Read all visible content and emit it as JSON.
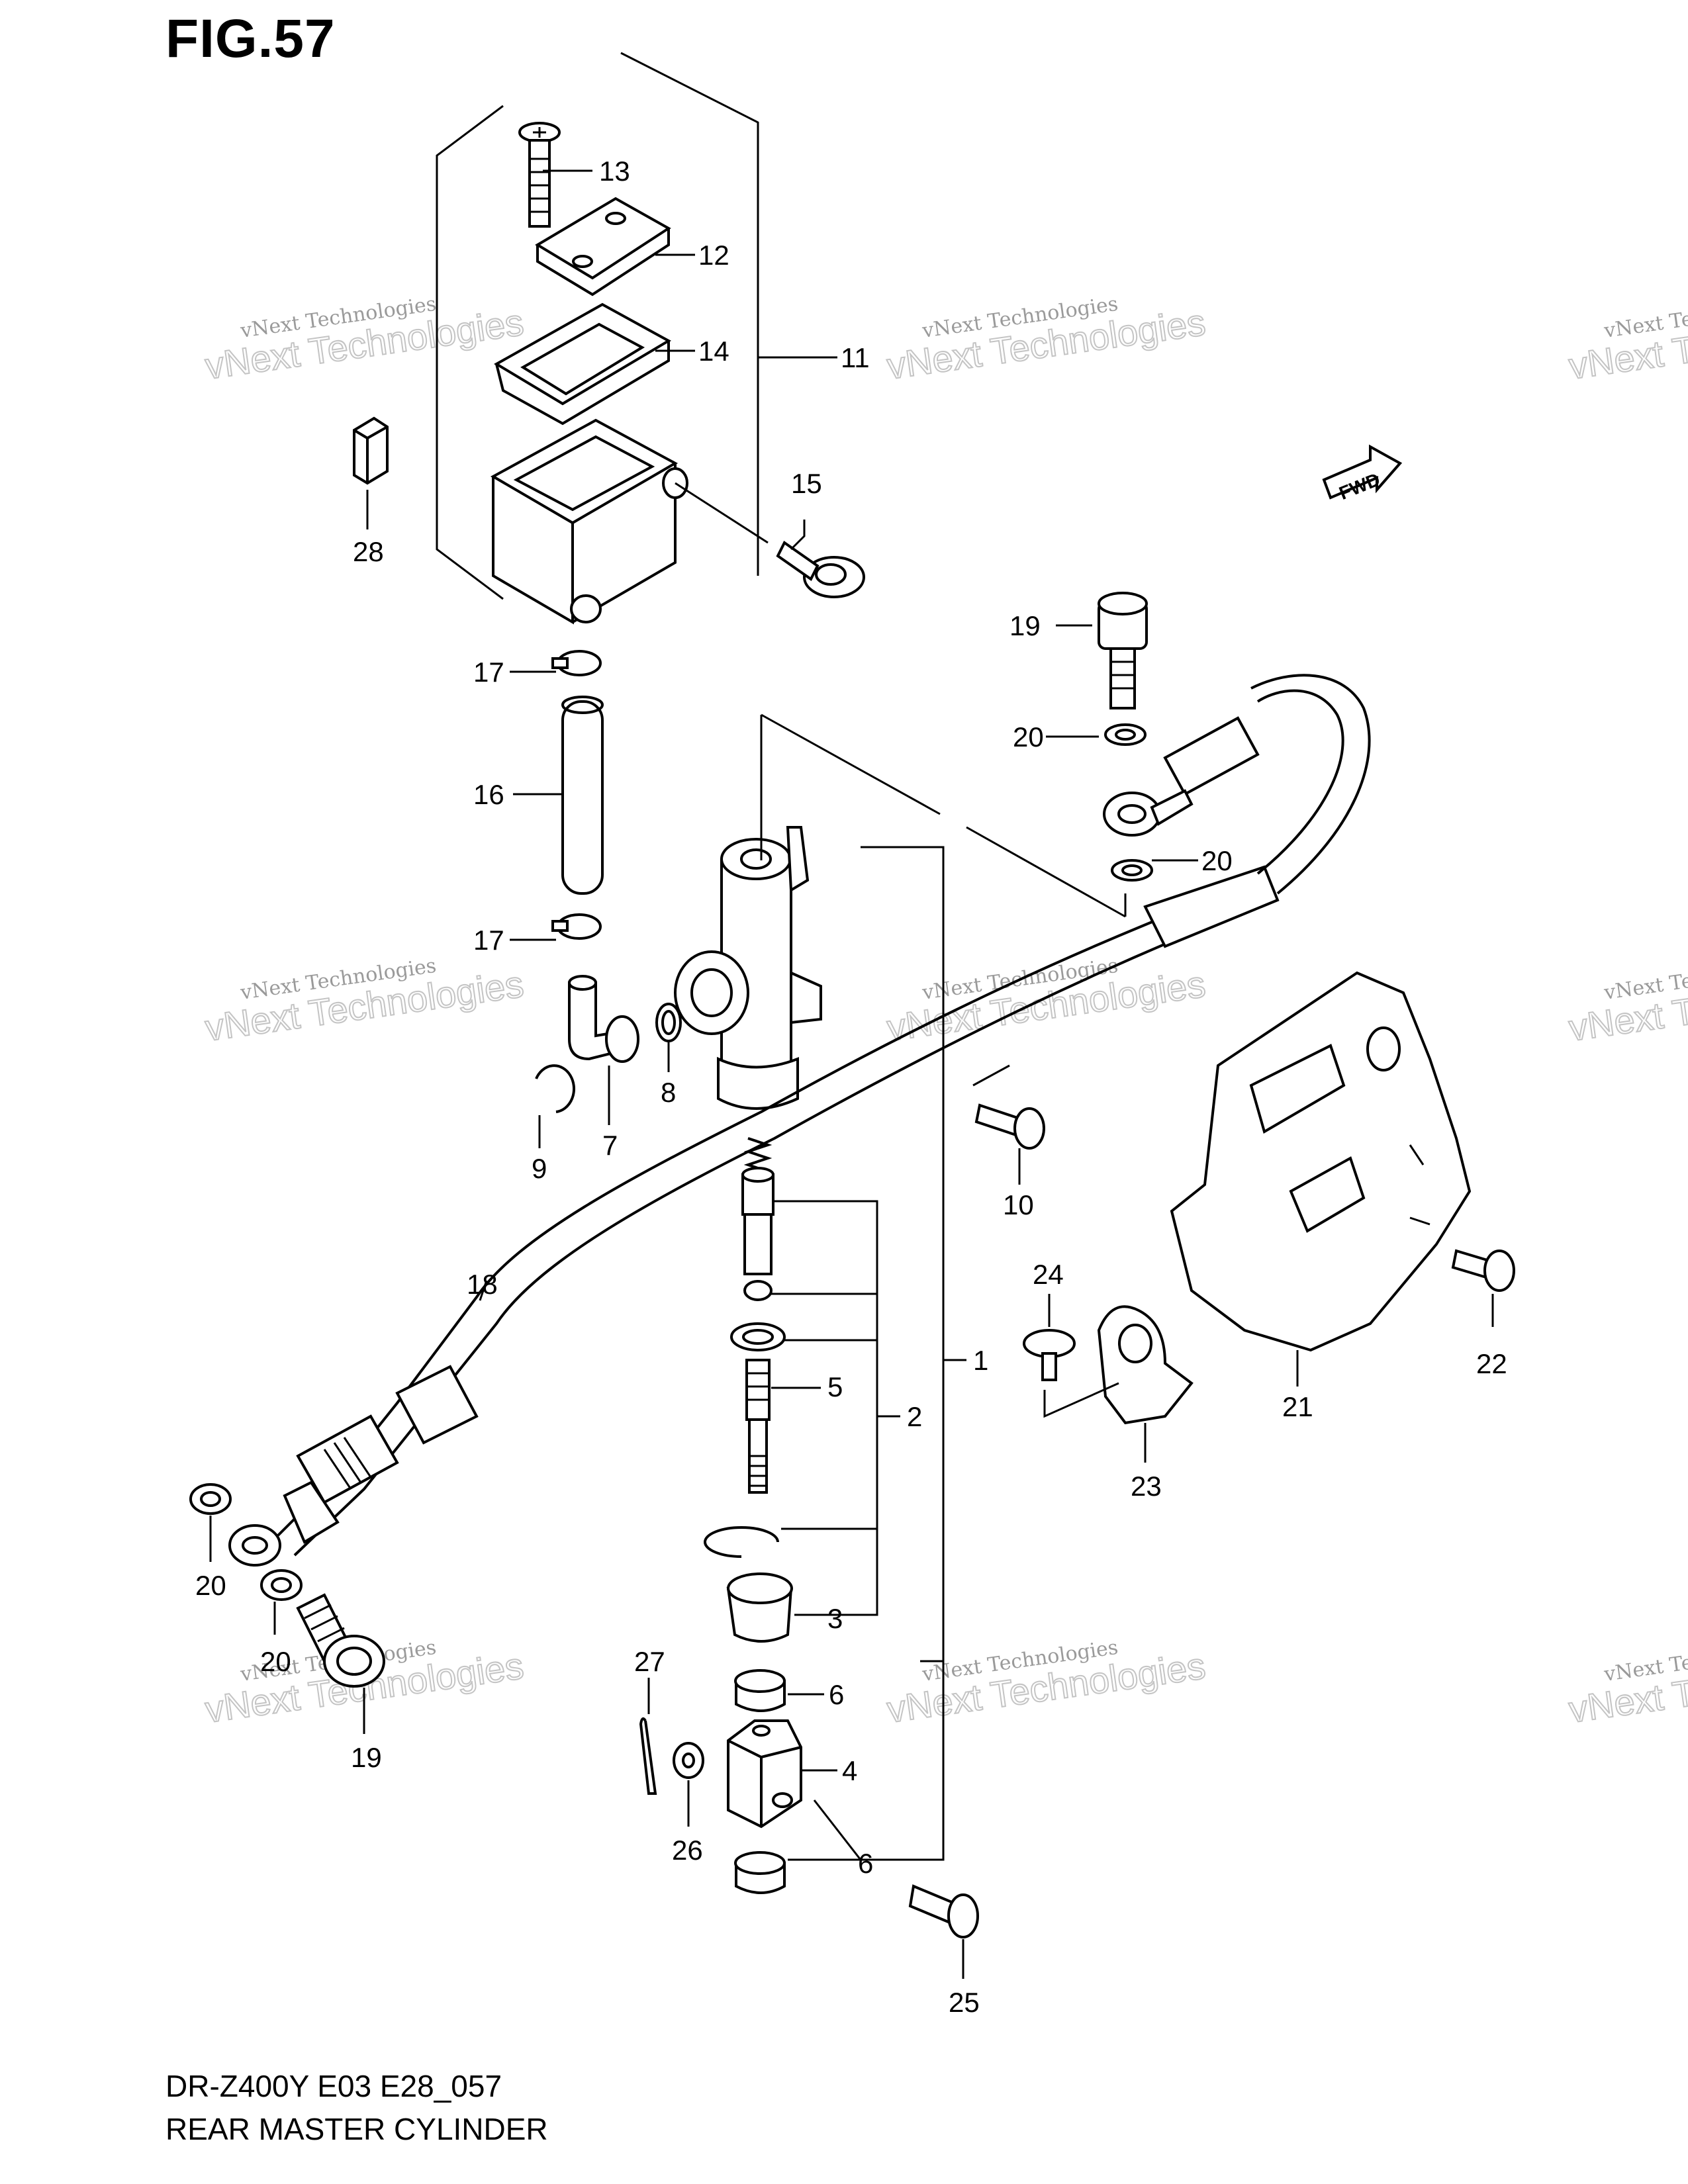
{
  "figure_title": "FIG.57",
  "footer": {
    "model_code": "DR-Z400Y E03 E28_057",
    "diagram_name": "REAR MASTER CYLINDER"
  },
  "watermark": {
    "line1": "vNext Technologies",
    "line2": "vNext Technologies"
  },
  "fwd_label": "FWD",
  "callouts": [
    "13",
    "12",
    "14",
    "11",
    "15",
    "28",
    "19",
    "20",
    "20",
    "17",
    "16",
    "17",
    "8",
    "7",
    "9",
    "10",
    "18",
    "5",
    "2",
    "1",
    "24",
    "22",
    "21",
    "23",
    "20",
    "20",
    "3",
    "19",
    "27",
    "6",
    "4",
    "26",
    "6",
    "25"
  ]
}
